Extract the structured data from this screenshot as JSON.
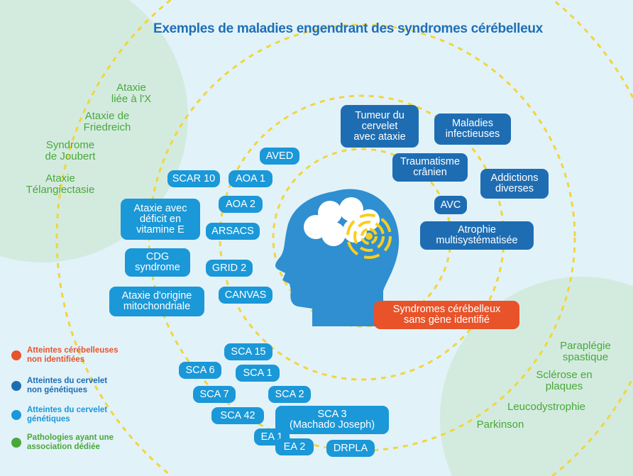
{
  "title": "Exemples de maladies engendrant des syndromes cérébelleux",
  "colors": {
    "genetic": "#1a98d8",
    "non_genetic": "#1e6db3",
    "unidentified": "#e8532a",
    "association": "#4aa83a",
    "circles": "#f2d53c"
  },
  "non_genetic": [
    "Tumeur du\ncervelet\navec ataxie",
    "Maladies\ninfectieuses",
    "Traumatisme\ncrânien",
    "Addictions\ndiverses",
    "AVC",
    "Atrophie\nmultisystématisée"
  ],
  "unidentified": "Syndromes cérébelleux\nsans gène identifié",
  "genetic": [
    "AVED",
    "SCAR 10",
    "AOA 1",
    "AOA 2",
    "Ataxie avec\ndéficit en\nvitamine E",
    "ARSACS",
    "CDG\nsyndrome",
    "GRID 2",
    "Ataxie d'origine\nmitochondriale",
    "CANVAS",
    "SCA 15",
    "SCA 6",
    "SCA 1",
    "SCA 7",
    "SCA 2",
    "SCA 3\n(Machado Joseph)",
    "SCA 42",
    "EA 1",
    "EA 2",
    "DRPLA"
  ],
  "association_left": [
    "Ataxie\nliée à l'X",
    "Ataxie de\nFriedreich",
    "Syndrome\nde Joubert",
    "Ataxie\nTélangiectasie"
  ],
  "association_right": [
    "Paraplégie\nspastique",
    "Sclérose en\nplaques",
    "Leucodystrophie",
    "Parkinson"
  ],
  "legend": [
    "Atteintes cérébelleuses\nnon identifiées",
    "Atteintes du cervelet\nnon génétiques",
    "Atteintes du cervelet\ngénétiques",
    "Pathologies ayant une\nassociation dédiée"
  ]
}
